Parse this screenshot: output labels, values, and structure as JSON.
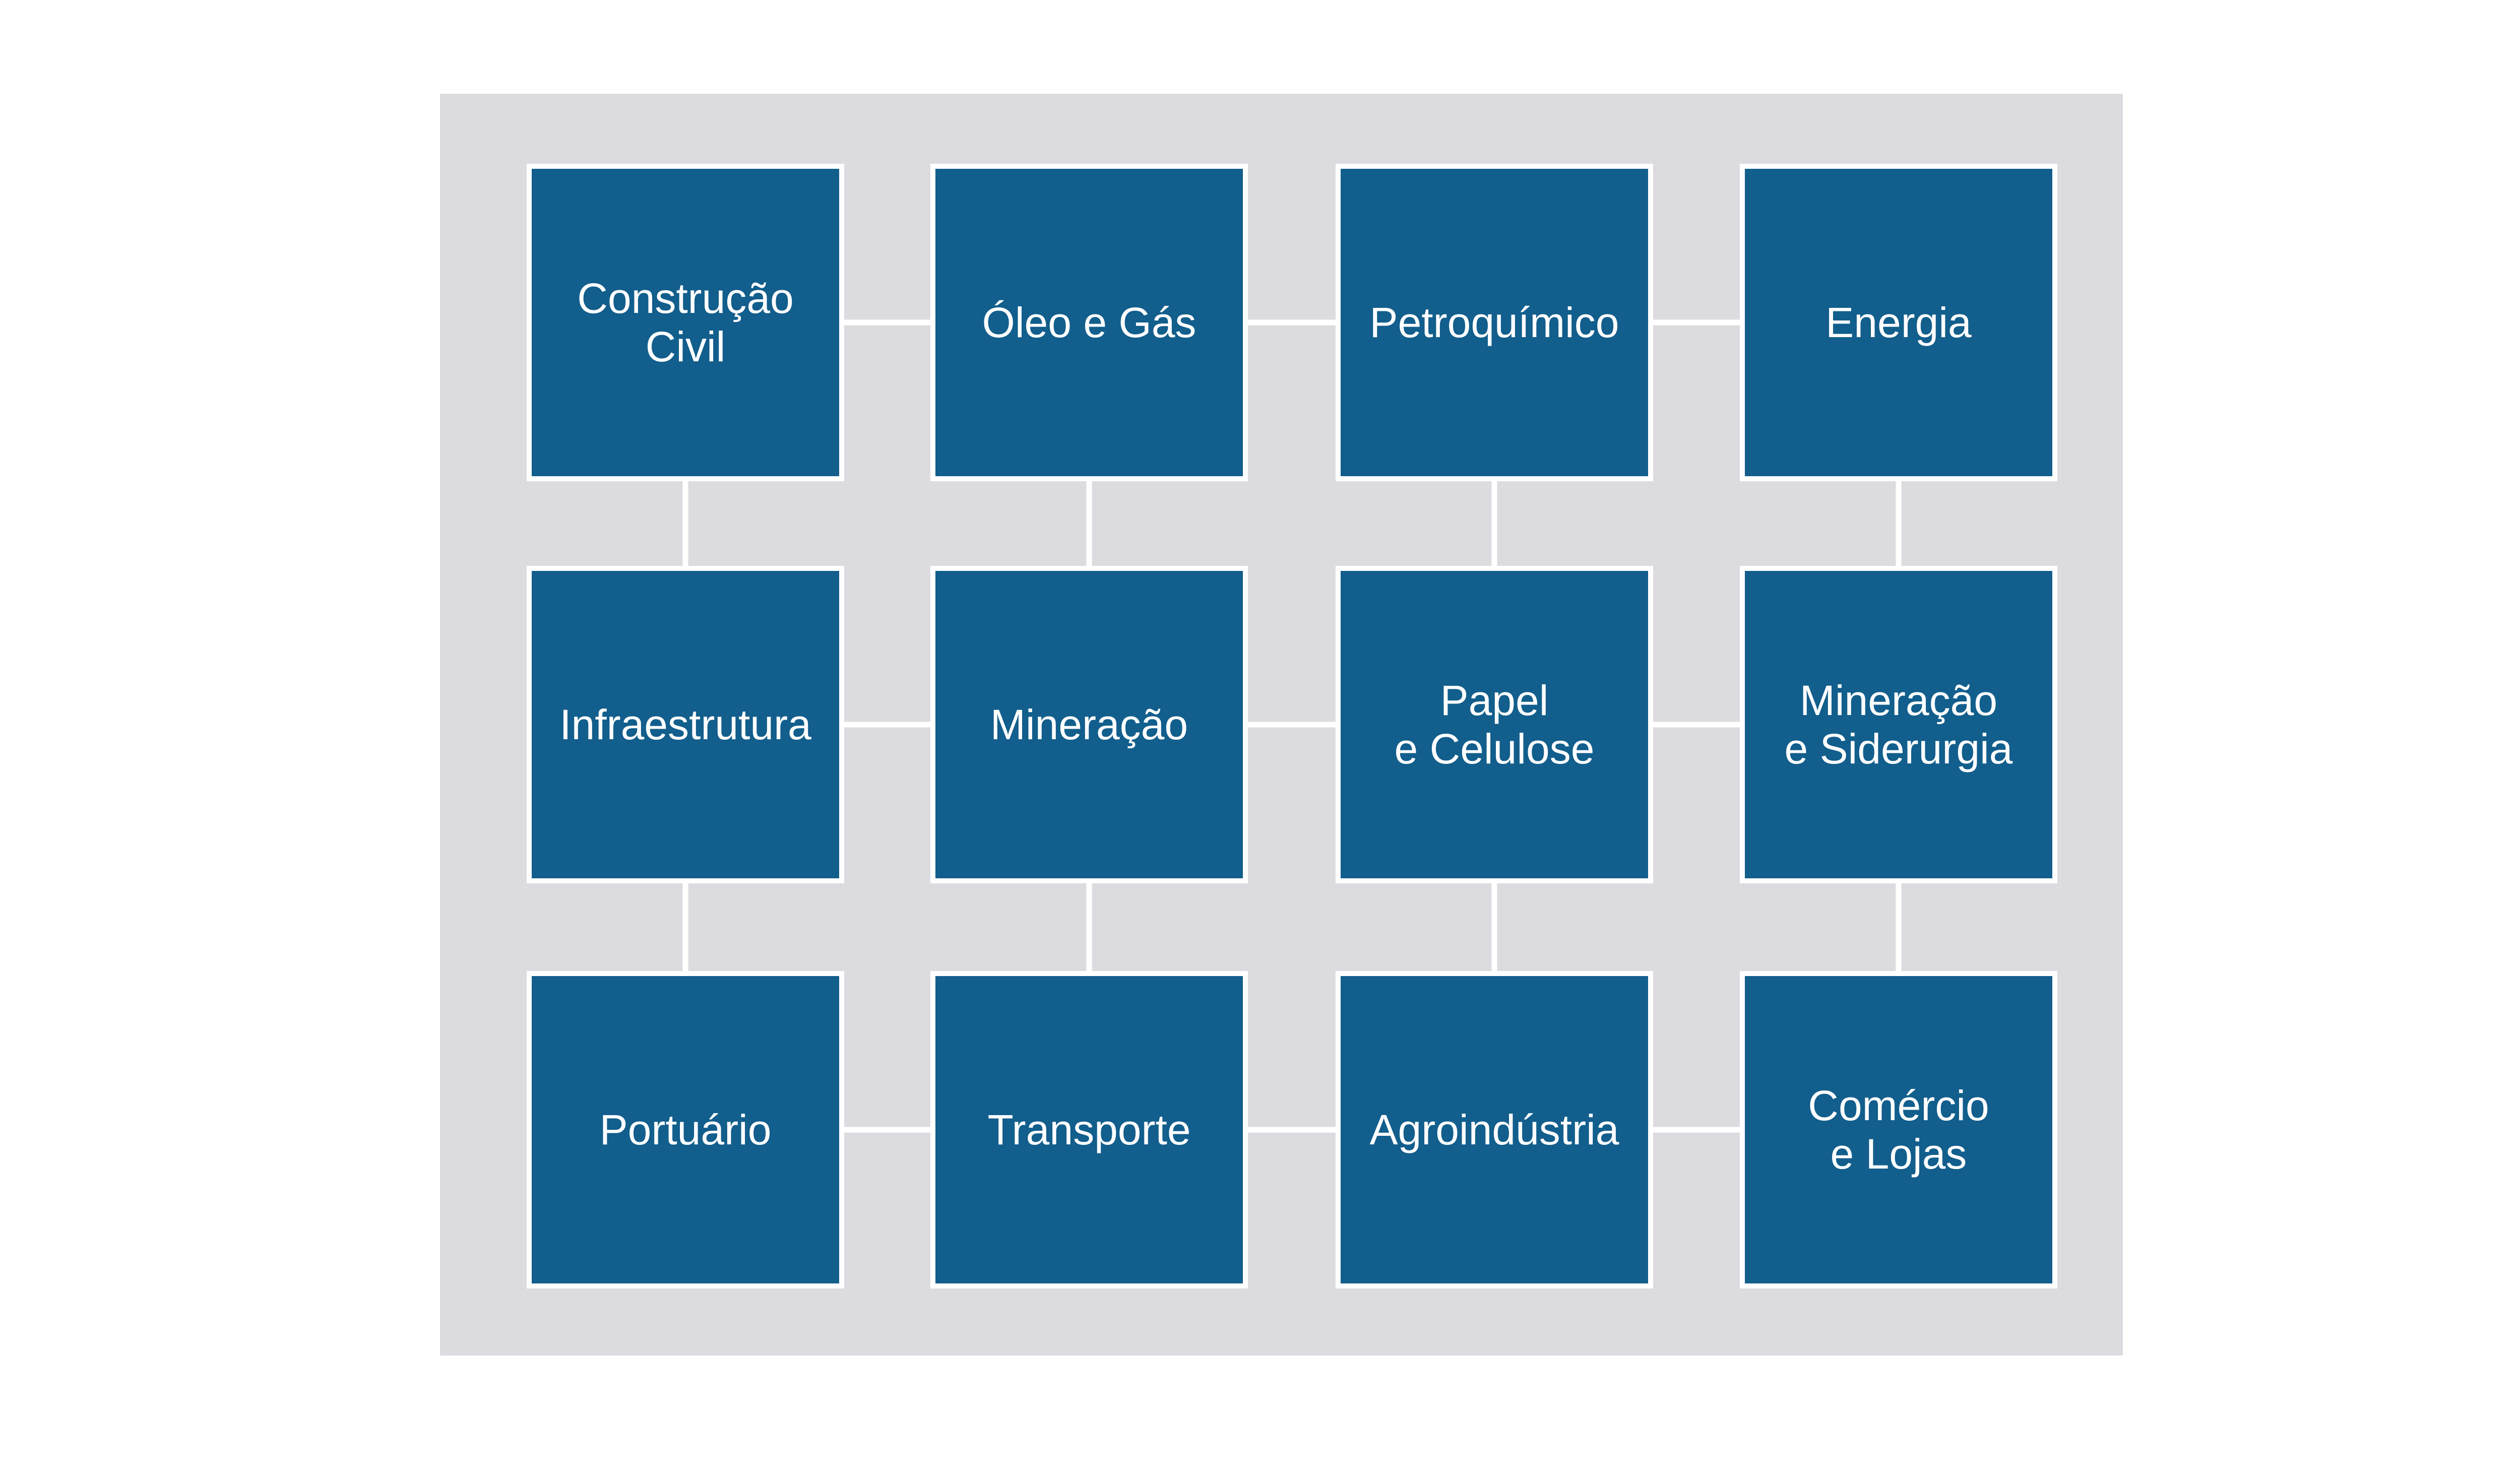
{
  "colors": {
    "panel_background": "#dcdce0",
    "node_fill": "#125e8c",
    "node_border": "#ffffff",
    "connector": "#ffffff",
    "label_text": "#ffffff"
  },
  "diagram": {
    "type": "grid-network",
    "rows": 3,
    "columns": 4,
    "nodes": [
      {
        "id": "construcao-civil",
        "label": "Construção\nCivil"
      },
      {
        "id": "oleo-e-gas",
        "label": "Óleo e Gás"
      },
      {
        "id": "petroquimico",
        "label": "Petroquímico"
      },
      {
        "id": "energia",
        "label": "Energia"
      },
      {
        "id": "infraestrutura",
        "label": "Infraestrutura"
      },
      {
        "id": "mineracao",
        "label": "Mineração"
      },
      {
        "id": "papel-e-celulose",
        "label": "Papel\ne Celulose"
      },
      {
        "id": "mineracao-e-siderurgia",
        "label": "Mineração\ne Siderurgia"
      },
      {
        "id": "portuario",
        "label": "Portuário"
      },
      {
        "id": "transporte",
        "label": "Transporte"
      },
      {
        "id": "agroindustria",
        "label": "Agroindústria"
      },
      {
        "id": "comercio-e-lojas",
        "label": "Comércio\ne Lojas"
      }
    ],
    "edges": [
      [
        "construcao-civil",
        "oleo-e-gas"
      ],
      [
        "oleo-e-gas",
        "petroquimico"
      ],
      [
        "petroquimico",
        "energia"
      ],
      [
        "infraestrutura",
        "mineracao"
      ],
      [
        "mineracao",
        "papel-e-celulose"
      ],
      [
        "papel-e-celulose",
        "mineracao-e-siderurgia"
      ],
      [
        "portuario",
        "transporte"
      ],
      [
        "transporte",
        "agroindustria"
      ],
      [
        "agroindustria",
        "comercio-e-lojas"
      ],
      [
        "construcao-civil",
        "infraestrutura"
      ],
      [
        "infraestrutura",
        "portuario"
      ],
      [
        "oleo-e-gas",
        "mineracao"
      ],
      [
        "mineracao",
        "transporte"
      ],
      [
        "petroquimico",
        "papel-e-celulose"
      ],
      [
        "papel-e-celulose",
        "agroindustria"
      ],
      [
        "energia",
        "mineracao-e-siderurgia"
      ],
      [
        "mineracao-e-siderurgia",
        "comercio-e-lojas"
      ]
    ]
  }
}
